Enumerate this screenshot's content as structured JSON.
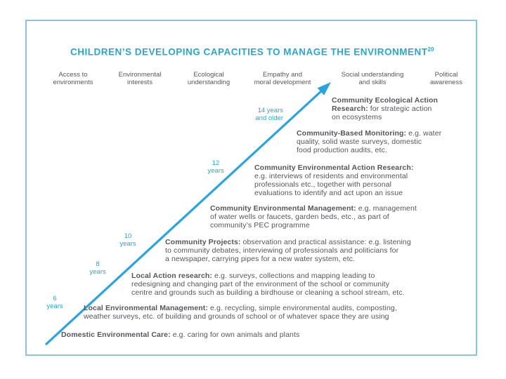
{
  "figure": {
    "title": "CHILDREN’S DEVELOPING CAPACITIES TO MANAGE THE ENVIRONMENT",
    "title_superscript": "20",
    "columns": [
      "Access to\nenvironments",
      "Environmental\ninterests",
      "Ecological\nunderstanding",
      "Empathy and\nmoral development",
      "Social understanding\nand skills",
      "Political\nawareness"
    ],
    "ages": [
      "14 years\nand older",
      "12\nyears",
      "10\nyears",
      "8\nyears",
      "6\nyears"
    ],
    "stages": [
      {
        "lead": "Community Ecological Action\nResearch:",
        "rest": " for strategic action\non ecosystems"
      },
      {
        "lead": "Community-Based Monitoring:",
        "rest": " e.g. water\nquality, solid waste surveys, domestic\nfood production audits, etc."
      },
      {
        "lead": "Community Environmental Action Research:",
        "rest": "\ne.g. interviews of residents and environmental\nprofessionals etc., together with personal\nevaluations to identify and act upon an issue"
      },
      {
        "lead": "Community Environmental Management:",
        "rest": " e.g. management\nof water wells or faucets, garden beds, etc., as part of\ncommunity’s PEC programme"
      },
      {
        "lead": "Community Projects:",
        "rest": " observation and practical assistance: e.g. listening\nto community debates, interviewing of professionals and politicians for\na newspaper, carrying pipes for a new water system, etc."
      },
      {
        "lead": "Local Action research:",
        "rest": " e.g. surveys, collections and mapping leading to\nredesigning and changing part of the environment of the school or community\ncentre and grounds such as building a birdhouse or cleaning a school stream, etc."
      },
      {
        "lead": "Local Environmental Management:",
        "rest": " e.g. recycling, simple environmental audits, composting,\nweather surveys, etc. of building and grounds of school or of whatever space they are using"
      },
      {
        "lead": "Domestic Environmental Care:",
        "rest": " e.g. caring for own animals and plants"
      }
    ],
    "colors": {
      "accent_cyan": "#2ba6c9",
      "arrow_blue": "#2ba4dd",
      "box_border": "#8ac6da",
      "body_text": "#55565a"
    }
  }
}
